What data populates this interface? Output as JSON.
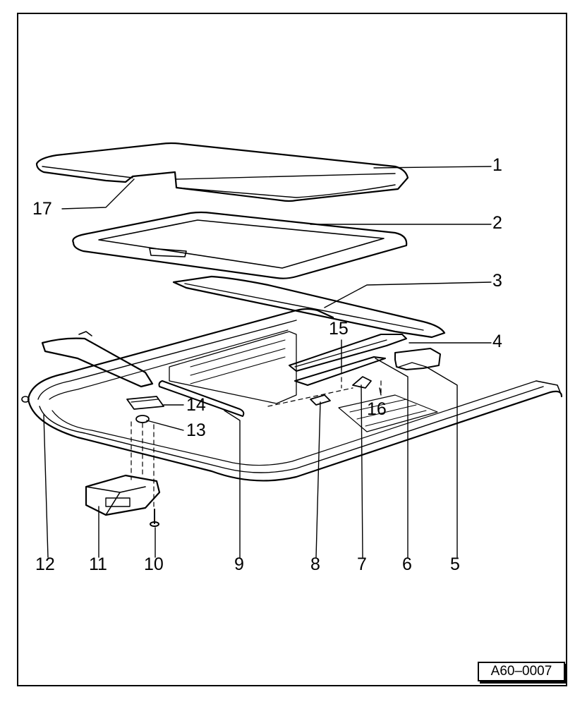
{
  "diagram": {
    "callouts": [
      "1",
      "2",
      "3",
      "4",
      "5",
      "6",
      "7",
      "8",
      "9",
      "10",
      "11",
      "12",
      "13",
      "14",
      "15",
      "16",
      "17"
    ],
    "reference_code": "A60–0007"
  }
}
